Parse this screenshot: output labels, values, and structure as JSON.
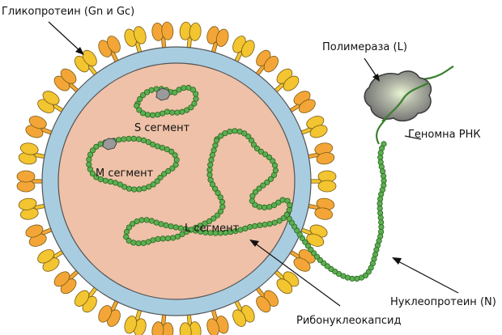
{
  "labels": {
    "glycoprotein": "Гликопротеин (Gn и Gc)",
    "polymerase": "Полимераза (L)",
    "genomic_rna": "Геномна РНК",
    "nucleoprotein": "Нуклеопротеин (N)",
    "ribonucleocapsid": "Рибонуклеокапсид",
    "s_segment": "S сегмент",
    "m_segment": "M сегмент",
    "l_segment": "L сегмент"
  },
  "colors": {
    "background": "#ffffff",
    "core": "#eec1a8",
    "membrane": "#a9cde0",
    "spike_yellow": "#f2c531",
    "spike_orange": "#f3a637",
    "spike_outline": "#7a5a10",
    "rnp_green": "#5bb04f",
    "rnp_outline": "#2a6222",
    "polymerase": "#8e8e8e",
    "rna_strand": "#3b7f2f"
  },
  "icons": {
    "polymerase": "polymerase-blob-icon",
    "virion": "virion-particle-icon"
  }
}
